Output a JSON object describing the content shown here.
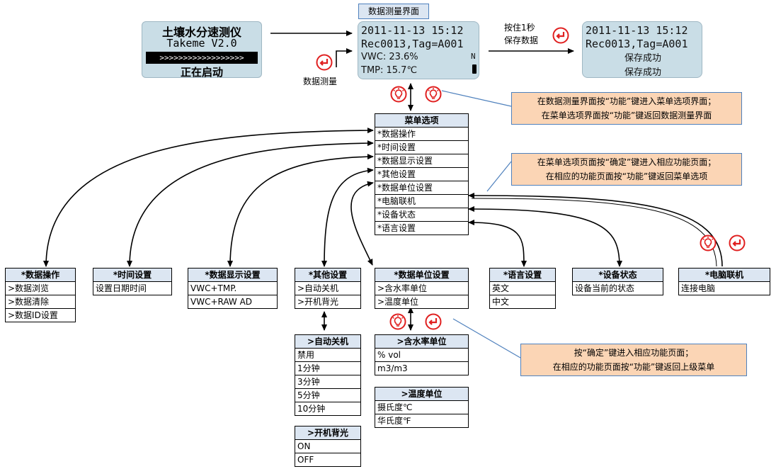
{
  "screen_label": "数据测量界面",
  "startup": {
    "line1": "土壤水分速测仪",
    "line2": "Takeme  V2.0",
    "line3": ">>>>>>>>>>>>>>>>>>",
    "line4": "正在启动"
  },
  "measure": {
    "line1": "2011-11-13 15:12",
    "line2": "Rec0013,Tag=A001",
    "vwc": "VWC:  23.6%",
    "tmp": "TMP:  15.7℃",
    "indicator": "N"
  },
  "save": {
    "line1": "2011-11-13 15:12",
    "line2": "Rec0013,Tag=A001",
    "line3": "保存成功",
    "line4": "保存成功"
  },
  "labels": {
    "hold": "按住1秒",
    "save_data": "保存数据",
    "data_measure": "数据测量"
  },
  "notes": {
    "n1": [
      "在数据测量界面按“功能”键进入菜单选项界面；",
      "在菜单选项界面按“功能”键返回数据测量界面"
    ],
    "n2": [
      "在菜单选项页面按“确定”键进入相应功能页面；",
      "在相应的功能页面按“功能”键返回菜单选项"
    ],
    "n3": [
      "按“确定”键进入相应功能页面；",
      "在相应的功能页面按“功能”键返回上级菜单"
    ]
  },
  "main_menu": {
    "title": "菜单选项",
    "items": [
      "*数据操作",
      "*时间设置",
      "*数据显示设置",
      "*其他设置",
      "*数据单位设置",
      "*电脑联机",
      "*设备状态",
      "*语言设置"
    ]
  },
  "submenus": {
    "data_ops": {
      "title": "*数据操作",
      "items": [
        ">数据浏览",
        ">数据清除",
        ">数据ID设置"
      ]
    },
    "time": {
      "title": "*时间设置",
      "items": [
        "设置日期时间"
      ]
    },
    "display": {
      "title": "*数据显示设置",
      "items": [
        "VWC+TMP.",
        "VWC+RAW AD"
      ]
    },
    "other": {
      "title": "*其他设置",
      "items": [
        ">自动关机",
        ">开机背光"
      ]
    },
    "units": {
      "title": "*数据单位设置",
      "items": [
        ">含水率单位",
        ">温度单位"
      ]
    },
    "language": {
      "title": "*语言设置",
      "items": [
        "英文",
        "中文"
      ]
    },
    "status": {
      "title": "*设备状态",
      "items": [
        "设备当前的状态"
      ]
    },
    "pc": {
      "title": "*电脑联机",
      "items": [
        "连接电脑"
      ]
    },
    "autooff": {
      "title": ">自动关机",
      "items": [
        "禁用",
        "1分钟",
        "3分钟",
        "5分钟",
        "10分钟"
      ]
    },
    "backlight": {
      "title": ">开机背光",
      "items": [
        "ON",
        "OFF"
      ]
    },
    "moisture": {
      "title": ">含水率单位",
      "items": [
        "% vol",
        "m3/m3"
      ]
    },
    "temp": {
      "title": ">温度单位",
      "items": [
        "摄氏度℃",
        "华氏度℉"
      ]
    }
  },
  "colors": {
    "lcd": "#c9dde6",
    "header": "#dce6f2",
    "note": "#fbd5b5",
    "note_border": "#4f81bd",
    "accent_red": "#e02020"
  },
  "icons": {
    "enter": "enter-key-icon",
    "function": "function-key-icon"
  }
}
